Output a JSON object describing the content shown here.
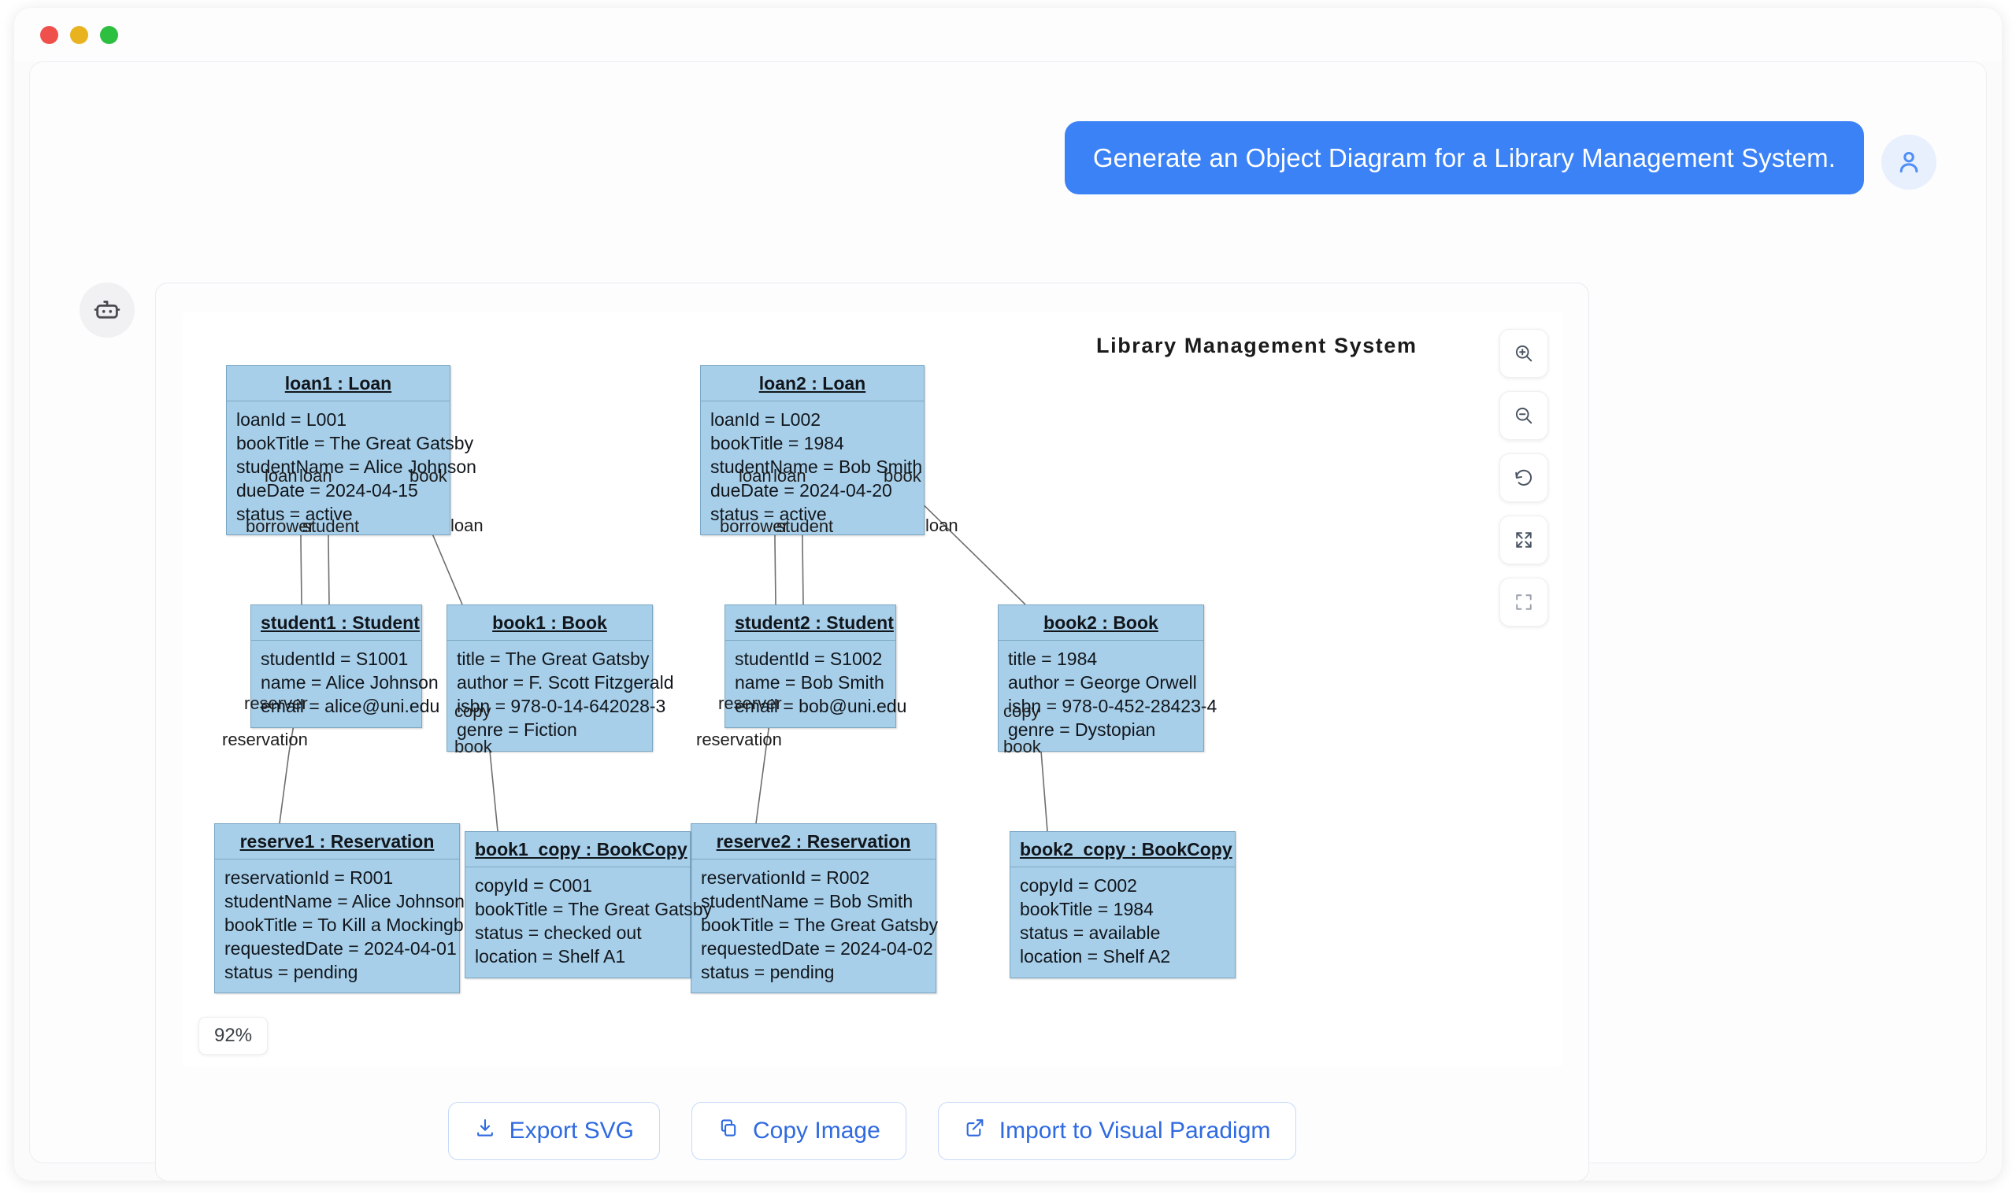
{
  "window": {
    "traffic_lights": [
      "close",
      "minimize",
      "maximize"
    ]
  },
  "conversation": {
    "user_avatar_icon": "user-icon",
    "user_message": "Generate an Object Diagram for a Library Management System.",
    "assistant_avatar_icon": "robot-icon"
  },
  "diagram": {
    "title": "Library Management System",
    "zoom_level": "92%",
    "controls": [
      {
        "name": "zoom-in",
        "icon": "zoom-in-icon"
      },
      {
        "name": "zoom-out",
        "icon": "zoom-out-icon"
      },
      {
        "name": "reset-view",
        "icon": "reset-rotate-icon"
      },
      {
        "name": "fit-to-screen",
        "icon": "expand-arrows-icon"
      },
      {
        "name": "fullscreen",
        "icon": "fullscreen-corners-icon"
      }
    ],
    "objects": [
      {
        "id": "loan1",
        "title": "loan1 : Loan",
        "attrs": [
          "loanId = L001",
          "bookTitle = The Great Gatsby",
          "studentName = Alice Johnson",
          "dueDate = 2024-04-15",
          "status = active"
        ]
      },
      {
        "id": "loan2",
        "title": "loan2 : Loan",
        "attrs": [
          "loanId = L002",
          "bookTitle = 1984",
          "studentName = Bob Smith",
          "dueDate = 2024-04-20",
          "status = active"
        ]
      },
      {
        "id": "student1",
        "title": "student1 : Student",
        "attrs": [
          "studentId = S1001",
          "name = Alice Johnson",
          "email = alice@uni.edu"
        ]
      },
      {
        "id": "student2",
        "title": "student2 : Student",
        "attrs": [
          "studentId = S1002",
          "name = Bob Smith",
          "email = bob@uni.edu"
        ]
      },
      {
        "id": "book1",
        "title": "book1 : Book",
        "attrs": [
          "title = The Great Gatsby",
          "author = F. Scott Fitzgerald",
          "isbn = 978-0-14-642028-3",
          "genre = Fiction"
        ]
      },
      {
        "id": "book2",
        "title": "book2 : Book",
        "attrs": [
          "title = 1984",
          "author = George Orwell",
          "isbn = 978-0-452-28423-4",
          "genre = Dystopian"
        ]
      },
      {
        "id": "reserve1",
        "title": "reserve1 : Reservation",
        "attrs": [
          "reservationId = R001",
          "studentName = Alice Johnson",
          "bookTitle = To Kill a Mockingbird",
          "requestedDate = 2024-04-01",
          "status = pending"
        ]
      },
      {
        "id": "reserve2",
        "title": "reserve2 : Reservation",
        "attrs": [
          "reservationId = R002",
          "studentName = Bob Smith",
          "bookTitle = The Great Gatsby",
          "requestedDate = 2024-04-02",
          "status = pending"
        ]
      },
      {
        "id": "book1_copy",
        "title": "book1_copy : BookCopy",
        "attrs": [
          "copyId = C001",
          "bookTitle = The Great Gatsby",
          "status = checked out",
          "location = Shelf A1"
        ]
      },
      {
        "id": "book2_copy",
        "title": "book2_copy : BookCopy",
        "attrs": [
          "copyId = C002",
          "bookTitle = 1984",
          "status = available",
          "location = Shelf A2"
        ]
      }
    ],
    "edge_labels": {
      "l1_loan_a": "loan",
      "l1_loan_b": "loan",
      "l1_book": "book",
      "l1_borrower": "borrower",
      "l1_student": "student",
      "l1_loan_diag": "loan",
      "l1_reserver": "reserver",
      "l1_reservation": "reservation",
      "l1_copy": "copy",
      "l1_bookedge": "book",
      "l2_loan_a": "loan",
      "l2_loan_b": "loan",
      "l2_book": "book",
      "l2_borrower": "borrower",
      "l2_student": "student",
      "l2_loan_diag": "loan",
      "l2_reserver": "reserver",
      "l2_reservation": "reservation",
      "l2_copy": "copy",
      "l2_bookedge": "book"
    }
  },
  "actions": [
    {
      "label": "Export SVG",
      "icon": "download-icon"
    },
    {
      "label": "Copy Image",
      "icon": "copy-icon"
    },
    {
      "label": "Import to Visual Paradigm",
      "icon": "external-link-icon"
    }
  ],
  "colors": {
    "accent": "#3b82f6",
    "button_text": "#2f6ae0",
    "object_fill": "#a8cfe9",
    "object_border": "#7ba7c4"
  }
}
